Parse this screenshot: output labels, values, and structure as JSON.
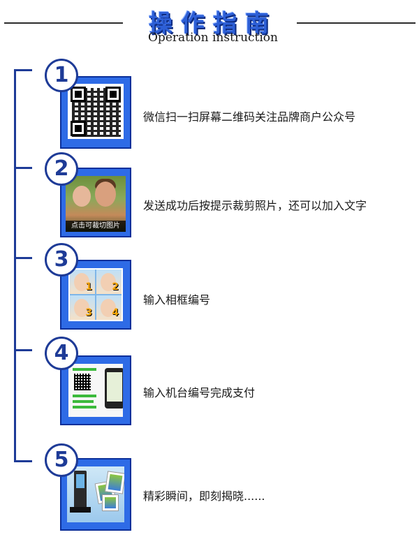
{
  "header": {
    "title_cn": "操作指南",
    "title_en": "Operation instruction"
  },
  "steps": [
    {
      "number": "1",
      "text": "微信扫一扫屏幕二维码关注品牌商户公众号",
      "image": "qr-code"
    },
    {
      "number": "2",
      "text": "发送成功后按提示裁剪照片，还可以加入文字",
      "image": "photo-crop",
      "caption": "点击可裁切图片"
    },
    {
      "number": "3",
      "text": "输入相框编号",
      "image": "frame-grid",
      "frame_numbers": [
        "1",
        "2",
        "3",
        "4"
      ]
    },
    {
      "number": "4",
      "text": "输入机台编号完成支付",
      "image": "phone-payment"
    },
    {
      "number": "5",
      "text": "精彩瞬间，即刻揭晓......",
      "image": "kiosk-photos"
    }
  ],
  "colors": {
    "accent_blue": "#2e6be6",
    "dark_blue": "#1e3b97"
  }
}
